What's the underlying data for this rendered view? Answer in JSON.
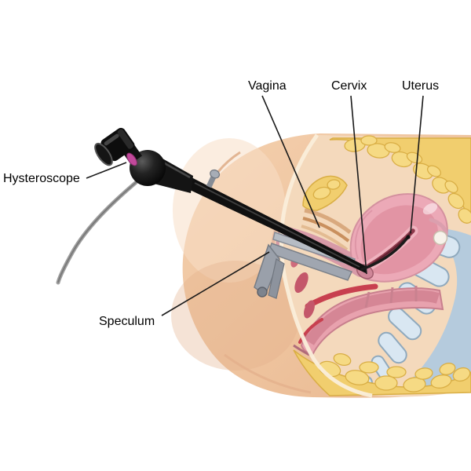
{
  "figure": {
    "alt": "Hysteroscopy illustration"
  },
  "labels": {
    "vagina": "Vagina",
    "cervix": "Cervix",
    "uterus": "Uterus",
    "hysteroscope": "Hysteroscope",
    "speculum": "Speculum"
  },
  "colors": {
    "skin": "#efc5a2",
    "skin_light": "#f8dfc6",
    "skin_shadow": "#e2ae8a",
    "section": "#f4d9bc",
    "fat": "#f1ce6e",
    "fat_light": "#f6da84",
    "fat_outline": "#d9ae45",
    "muscle_pink": "#e8a2ae",
    "muscle_deep": "#c4576a",
    "mucosa_red": "#c8404f",
    "uterus_wall": "#eca9b7",
    "uterus_inner": "#e294a4",
    "cavity_dark": "#8e3a4c",
    "bone": "#d9e7f2",
    "bone_back": "#b5cbdd",
    "bone_outline": "#8fa9bd",
    "instrument_black": "#141414",
    "instrument_gray": "#9aa0aa",
    "cable_gray": "#9e9e9e",
    "pink_ring": "#c2499b",
    "leader": "#1a1a1a",
    "text": "#000000"
  }
}
